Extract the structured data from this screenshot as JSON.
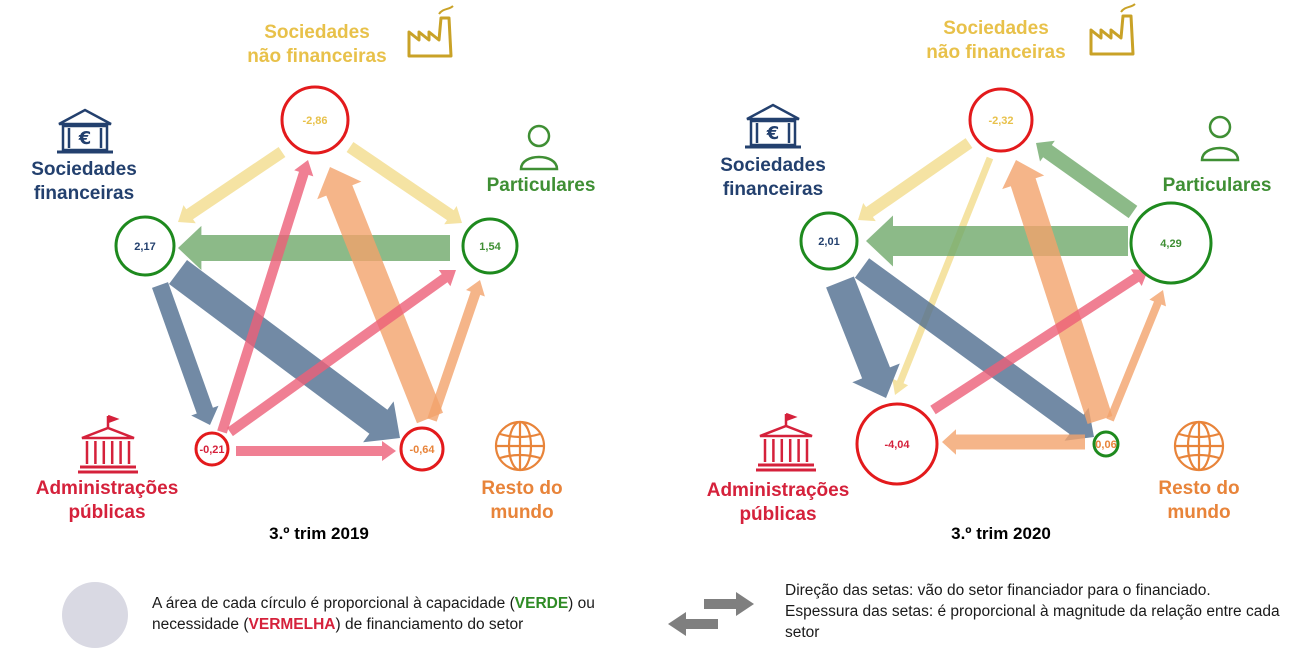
{
  "colors": {
    "sf_text": "#23406e",
    "snf_text": "#e8c14a",
    "part_text": "#3f8f34",
    "ap_text": "#d5213b",
    "rm_text": "#e8843a",
    "green_circle": "#1e8a1e",
    "red_circle": "#e31a1c",
    "arrow_blue": "#4f6d8f",
    "arrow_green": "#6fa96a",
    "arrow_yellow": "#f3dc8c",
    "arrow_orange": "#f2a36b",
    "arrow_pink": "#ec5f78"
  },
  "panels": [
    {
      "caption": "3.º trim 2019",
      "sectors": {
        "snf": {
          "line1": "Sociedades",
          "line2": "não financeiras",
          "value": "-2,86",
          "sign": "negative"
        },
        "sf": {
          "line1": "Sociedades",
          "line2": "financeiras",
          "value": "2,17",
          "sign": "positive"
        },
        "part": {
          "line1": "Particulares",
          "value": "1,54",
          "sign": "positive"
        },
        "ap": {
          "line1": "Administrações",
          "line2": "públicas",
          "value": "-0,21",
          "sign": "negative"
        },
        "rm": {
          "line1": "Resto do",
          "line2": "mundo",
          "value": "-0,64",
          "sign": "negative"
        }
      }
    },
    {
      "caption": "3.º trim 2020",
      "sectors": {
        "snf": {
          "line1": "Sociedades",
          "line2": "não financeiras",
          "value": "-2,32",
          "sign": "negative"
        },
        "sf": {
          "line1": "Sociedades",
          "line2": "financeiras",
          "value": "2,01",
          "sign": "positive"
        },
        "part": {
          "line1": "Particulares",
          "value": "4,29",
          "sign": "positive"
        },
        "ap": {
          "line1": "Administrações",
          "line2": "públicas",
          "value": "-4,04",
          "sign": "negative"
        },
        "rm": {
          "line1": "Resto do",
          "line2": "mundo",
          "value": "0,06",
          "sign": "positive"
        }
      }
    }
  ],
  "legend": {
    "circle_text_before": "A área de cada círculo é proporcional à capacidade (",
    "green_word": "VERDE",
    "circle_text_middle": ") ou necessidade (",
    "red_word": "VERMELHA",
    "circle_text_after": ") de financiamento do setor",
    "arrow_line1": "Direção das setas: vão do setor financiador para o financiado.",
    "arrow_line2": "Espessura das setas: é proporcional à magnitude da relação entre cada setor"
  }
}
